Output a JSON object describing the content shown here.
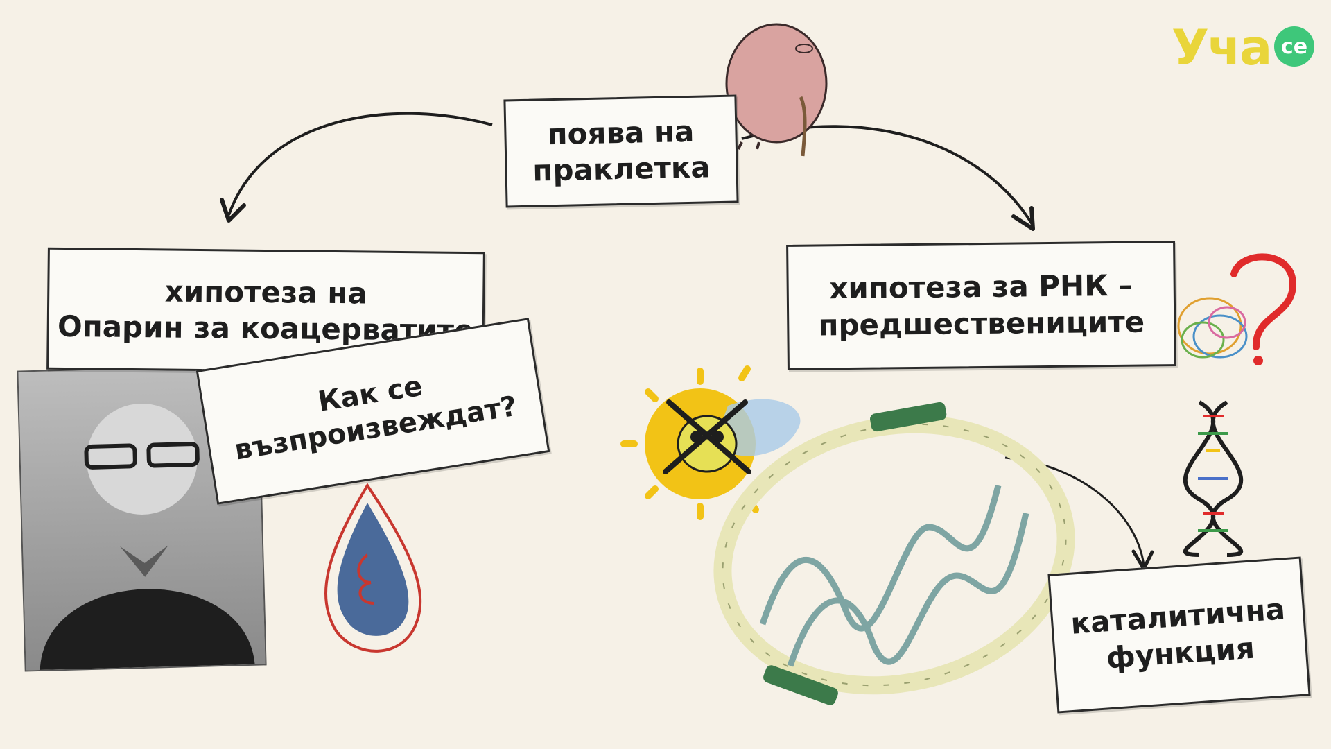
{
  "logo": {
    "text": "Уча",
    "badge": "се",
    "color": "#e9d53a",
    "badge_color": "#3ec77a"
  },
  "nodes": {
    "top": {
      "lines": [
        "поява на",
        "праклетка"
      ]
    },
    "left": {
      "lines": [
        "хипотеза на",
        "Опарин за коацерватите"
      ]
    },
    "right": {
      "lines": [
        "хипотеза за РНК –",
        "предшествениците"
      ]
    },
    "question": {
      "lines": [
        "Как се",
        "възпроизвеждат?"
      ]
    },
    "catalytic": {
      "lines": [
        "каталитична",
        "функция"
      ]
    }
  },
  "icons": [
    "old-cell-character-icon",
    "portrait-photo",
    "droplet-icon",
    "toxic-sun-icon",
    "rna-cell-icon",
    "question-mark-icon",
    "dna-helix-icon"
  ],
  "colors": {
    "arrow": "#1e1e1e",
    "question_mark": "#e02b2b",
    "droplet_outline": "#c8372f",
    "droplet_fill": "#4a6a9a",
    "sun": "#f2c316",
    "cell_wall": "#e8e6b8"
  }
}
